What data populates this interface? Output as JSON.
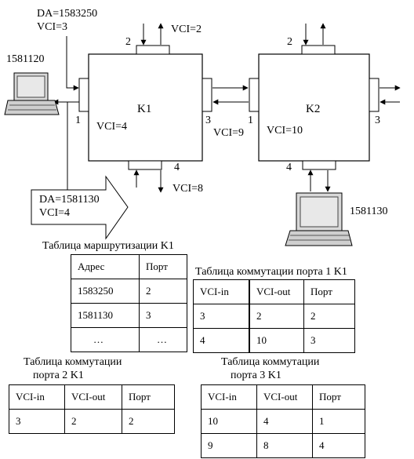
{
  "top_left": {
    "da_label": "DA=1583250",
    "vci_label": "VCI=3",
    "host_address": "1581120"
  },
  "switch1": {
    "name": "K1",
    "vci_inside": "VCI=4",
    "port1": "1",
    "port2": "2",
    "port3": "3",
    "port4": "4",
    "vci_port2": "VCI=2",
    "vci_port4": "VCI=8"
  },
  "link_1_2": {
    "vci_label": "VCI=9"
  },
  "switch2": {
    "name": "K2",
    "vci_inside": "VCI=10",
    "port1": "1",
    "port2": "2",
    "port3": "3",
    "port4": "4"
  },
  "host2": {
    "address": "1581130"
  },
  "big_arrow": {
    "da_label": "DA=1581130",
    "vci_label": "VCI=4"
  },
  "routing_table": {
    "caption": "Таблица маршрутизации K1",
    "headers": [
      "Адрес",
      "Порт"
    ],
    "rows": [
      [
        "1583250",
        "2"
      ],
      [
        "1581130",
        "3"
      ],
      [
        "…",
        "…"
      ]
    ]
  },
  "port1_table": {
    "caption": "Таблица коммутации порта 1  K1",
    "headers": [
      "VCI-in",
      "VCI-out",
      "Порт"
    ],
    "rows": [
      [
        "3",
        "2",
        "2"
      ],
      [
        "4",
        "10",
        "3"
      ]
    ]
  },
  "port2_table": {
    "caption_line1": "Таблица коммутации",
    "caption_line2": "порта 2  K1",
    "headers": [
      "VCI-in",
      "VCI-out",
      "Порт"
    ],
    "rows": [
      [
        "3",
        "2",
        "2"
      ]
    ]
  },
  "port3_table": {
    "caption_line1": "Таблица коммутации",
    "caption_line2": "порта 3 K1",
    "headers": [
      "VCI-in",
      "VCI-out",
      "Порт"
    ],
    "rows": [
      [
        "10",
        "4",
        "1"
      ],
      [
        "9",
        "8",
        "4"
      ]
    ]
  }
}
